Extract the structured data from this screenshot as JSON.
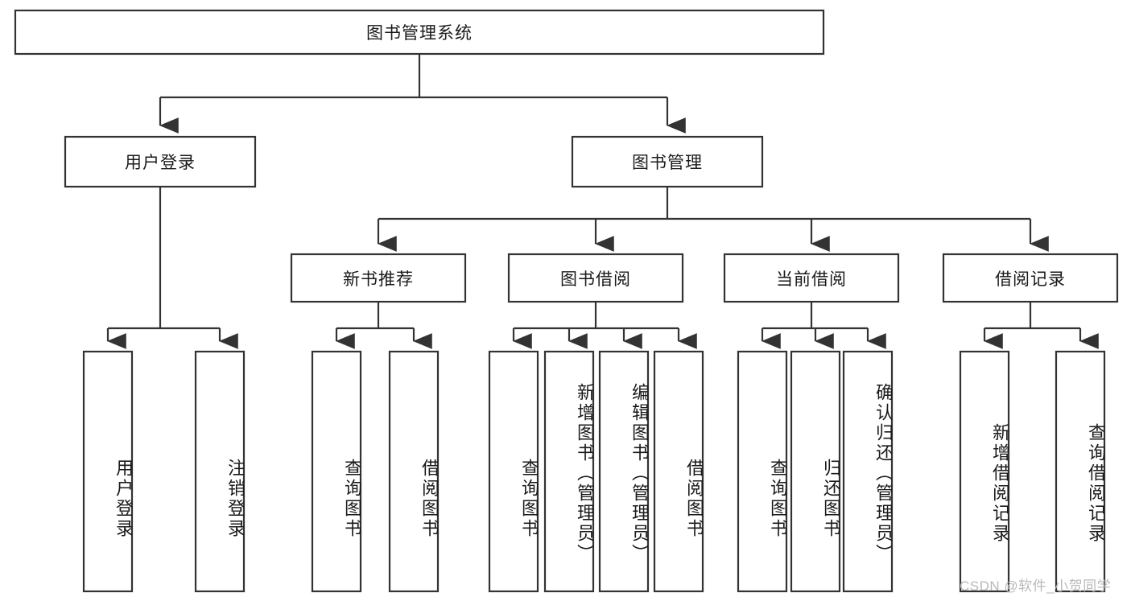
{
  "diagram": {
    "title": "图书管理系统",
    "type": "hierarchy-tree",
    "watermark": "CSDN @软件_小贺同学",
    "colors": {
      "box_stroke": "#333333",
      "box_fill": "#ffffff",
      "connector": "#333333",
      "text": "#1a1a1a",
      "watermark": "#b9b9b9",
      "background": "#ffffff"
    },
    "levels": {
      "root": {
        "label": "图书管理系统",
        "orientation": "horizontal"
      },
      "level2": [
        {
          "id": "user-login",
          "label": "用户登录",
          "orientation": "horizontal"
        },
        {
          "id": "book-management",
          "label": "图书管理",
          "orientation": "horizontal"
        }
      ],
      "level3": [
        {
          "id": "new-book-recommend",
          "label": "新书推荐",
          "orientation": "horizontal",
          "parent": "book-management"
        },
        {
          "id": "book-borrow",
          "label": "图书借阅",
          "orientation": "horizontal",
          "parent": "book-management"
        },
        {
          "id": "current-borrow",
          "label": "当前借阅",
          "orientation": "horizontal",
          "parent": "book-management"
        },
        {
          "id": "borrow-record",
          "label": "借阅记录",
          "orientation": "horizontal",
          "parent": "book-management"
        }
      ],
      "leaves": [
        {
          "id": "leaf-user-login",
          "label": "用户登录",
          "parent": "user-login",
          "orientation": "vertical"
        },
        {
          "id": "leaf-logout-login",
          "label": "注销登录",
          "parent": "user-login",
          "orientation": "vertical"
        },
        {
          "id": "leaf-query-book-1",
          "label": "查询图书",
          "parent": "new-book-recommend",
          "orientation": "vertical"
        },
        {
          "id": "leaf-borrow-book-1",
          "label": "借阅图书",
          "parent": "new-book-recommend",
          "orientation": "vertical"
        },
        {
          "id": "leaf-query-book-2",
          "label": "查询图书",
          "parent": "book-borrow",
          "orientation": "vertical"
        },
        {
          "id": "leaf-add-book",
          "label": "新增图书（管理员）",
          "parent": "book-borrow",
          "orientation": "vertical"
        },
        {
          "id": "leaf-edit-book",
          "label": "编辑图书（管理员）",
          "parent": "book-borrow",
          "orientation": "vertical"
        },
        {
          "id": "leaf-borrow-book-2",
          "label": "借阅图书",
          "parent": "book-borrow",
          "orientation": "vertical"
        },
        {
          "id": "leaf-query-book-3",
          "label": "查询图书",
          "parent": "current-borrow",
          "orientation": "vertical"
        },
        {
          "id": "leaf-return-book",
          "label": "归还图书",
          "parent": "current-borrow",
          "orientation": "vertical"
        },
        {
          "id": "leaf-confirm-return",
          "label": "确认归还（管理员）",
          "parent": "current-borrow",
          "orientation": "vertical"
        },
        {
          "id": "leaf-add-record",
          "label": "新增借阅记录",
          "parent": "borrow-record",
          "orientation": "vertical"
        },
        {
          "id": "leaf-query-record",
          "label": "查询借阅记录",
          "parent": "borrow-record",
          "orientation": "vertical"
        }
      ]
    }
  }
}
